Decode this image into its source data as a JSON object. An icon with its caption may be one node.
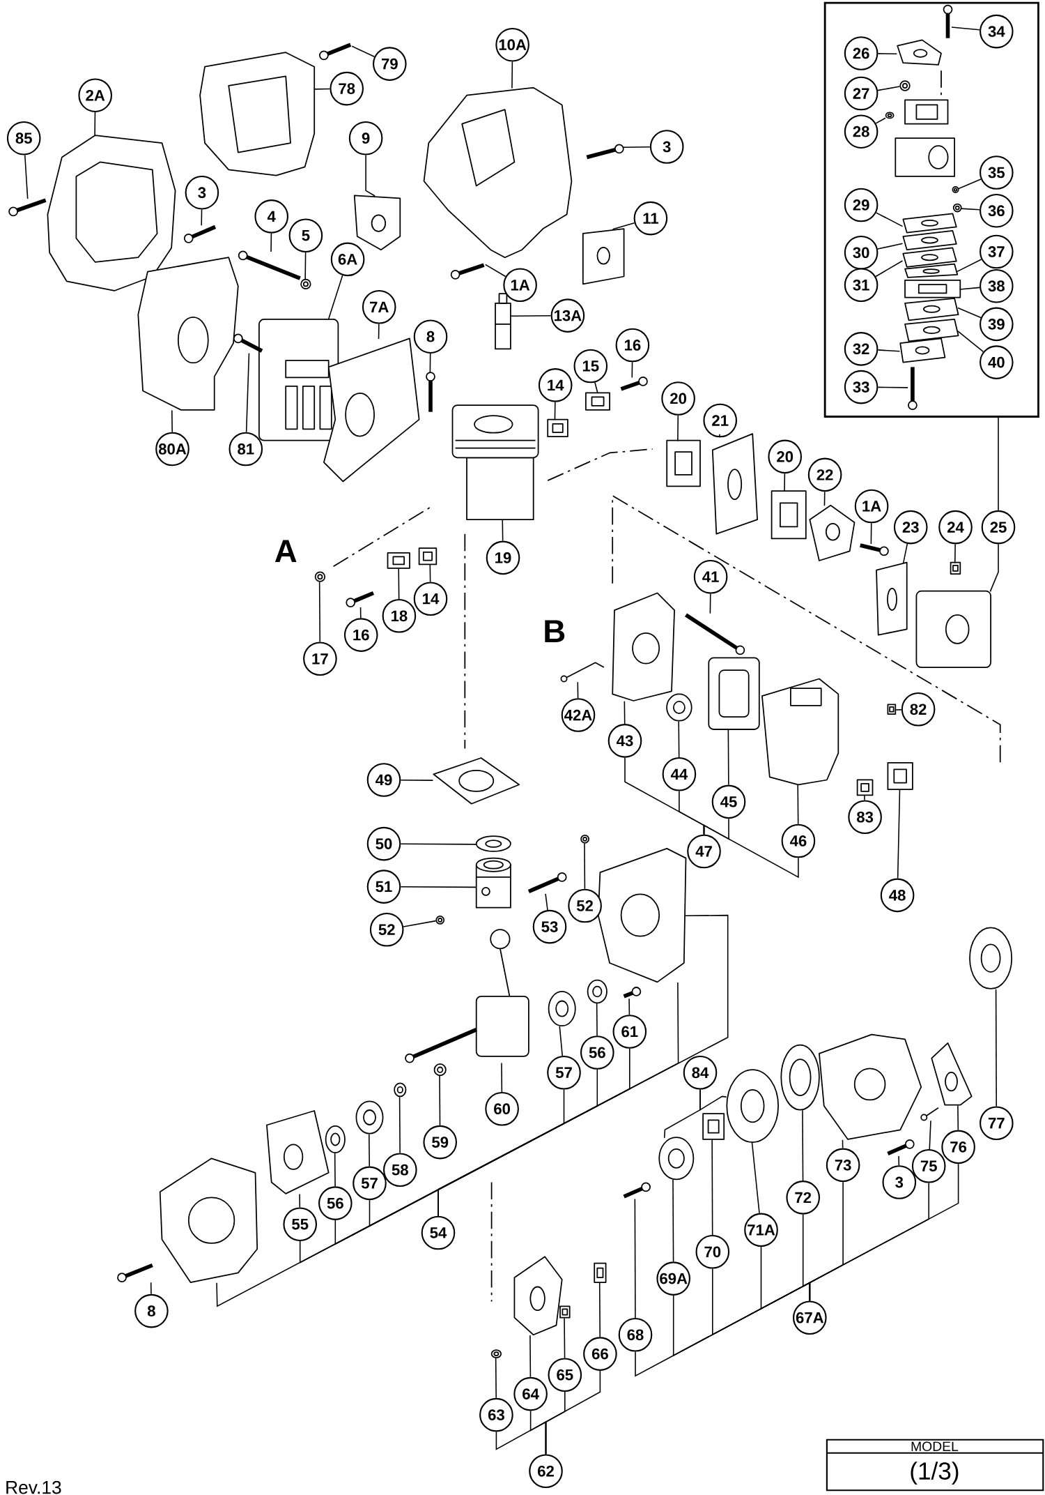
{
  "diagram": {
    "nodes": [
      {
        "text": [],
        "shape": "box"
      },
      {
        "text": [
          "34"
        ],
        "in": 0
      },
      {
        "text": [
          "26"
        ],
        "in": 0
      },
      {
        "text": [
          "27"
        ],
        "in": 0
      },
      {
        "text": [
          "28"
        ],
        "in": 0
      },
      {
        "text": [
          "35"
        ],
        "in": 0
      },
      {
        "text": [
          "36"
        ],
        "in": 0
      },
      {
        "text": [
          "29"
        ],
        "in": 0
      },
      {
        "text": [
          "30"
        ],
        "in": 0
      },
      {
        "text": [
          "31"
        ],
        "in": 0
      },
      {
        "text": [
          "37"
        ],
        "in": 0
      },
      {
        "text": [
          "38"
        ],
        "in": 0
      },
      {
        "text": [
          "39"
        ],
        "in": 0
      },
      {
        "text": [
          "40"
        ],
        "in": 0
      },
      {
        "text": [
          "32"
        ],
        "in": 0
      },
      {
        "text": [
          "33"
        ],
        "in": 0
      },
      {
        "text": [
          "10A"
        ]
      },
      {
        "text": [
          "79"
        ]
      },
      {
        "text": [
          "78"
        ]
      },
      {
        "text": [
          "2A"
        ]
      },
      {
        "text": [
          "85"
        ]
      },
      {
        "text": [
          "3"
        ]
      },
      {
        "text": [
          "9"
        ]
      },
      {
        "text": [
          "3"
        ]
      },
      {
        "text": [
          "11"
        ]
      },
      {
        "text": [
          "4"
        ]
      },
      {
        "text": [
          "5"
        ]
      },
      {
        "text": [
          "6A"
        ]
      },
      {
        "text": [
          "1A"
        ]
      },
      {
        "text": [
          "13A"
        ]
      },
      {
        "text": [
          "7A"
        ]
      },
      {
        "text": [
          "8"
        ]
      },
      {
        "text": [
          "16"
        ]
      },
      {
        "text": [
          "15"
        ]
      },
      {
        "text": [
          "14"
        ]
      },
      {
        "text": [
          "20"
        ]
      },
      {
        "text": [
          "21"
        ]
      },
      {
        "text": [
          "80A"
        ]
      },
      {
        "text": [
          "81"
        ]
      },
      {
        "text": [
          "20"
        ]
      },
      {
        "text": [
          "22"
        ]
      },
      {
        "text": [
          "1A"
        ]
      },
      {
        "text": [
          "23"
        ]
      },
      {
        "text": [
          "24"
        ]
      },
      {
        "text": [
          "25"
        ]
      },
      {
        "text": [
          "19"
        ]
      },
      {
        "text": [
          "14"
        ]
      },
      {
        "text": [
          "18"
        ]
      },
      {
        "text": [
          "16"
        ]
      },
      {
        "text": [
          "17"
        ]
      },
      {
        "text": [
          "41"
        ]
      },
      {
        "text": [
          "42A"
        ]
      },
      {
        "text": [
          "43"
        ]
      },
      {
        "text": [
          "44"
        ]
      },
      {
        "text": [
          "45"
        ]
      },
      {
        "text": [
          "46"
        ]
      },
      {
        "text": [
          "47"
        ]
      },
      {
        "text": [
          "82"
        ]
      },
      {
        "text": [
          "83"
        ]
      },
      {
        "text": [
          "48"
        ]
      },
      {
        "text": [
          "49"
        ]
      },
      {
        "text": [
          "50"
        ]
      },
      {
        "text": [
          "51"
        ]
      },
      {
        "text": [
          "52"
        ]
      },
      {
        "text": [
          "53"
        ]
      },
      {
        "text": [
          "52"
        ]
      },
      {
        "text": [
          "61"
        ]
      },
      {
        "text": [
          "56"
        ]
      },
      {
        "text": [
          "57"
        ]
      },
      {
        "text": [
          "84"
        ]
      },
      {
        "text": [
          "60"
        ]
      },
      {
        "text": [
          "77"
        ]
      },
      {
        "text": [
          "59"
        ]
      },
      {
        "text": [
          "58"
        ]
      },
      {
        "text": [
          "57"
        ]
      },
      {
        "text": [
          "76"
        ]
      },
      {
        "text": [
          "75"
        ]
      },
      {
        "text": [
          "3"
        ]
      },
      {
        "text": [
          "73"
        ]
      },
      {
        "text": [
          "56"
        ]
      },
      {
        "text": [
          "72"
        ]
      },
      {
        "text": [
          "55"
        ]
      },
      {
        "text": [
          "54"
        ]
      },
      {
        "text": [
          "71A"
        ]
      },
      {
        "text": [
          "70"
        ]
      },
      {
        "text": [
          "69A"
        ]
      },
      {
        "text": [
          "8"
        ]
      },
      {
        "text": [
          "67A"
        ]
      },
      {
        "text": [
          "68"
        ]
      },
      {
        "text": [
          "66"
        ]
      },
      {
        "text": [
          "65"
        ]
      },
      {
        "text": [
          "64"
        ]
      },
      {
        "text": [
          "63"
        ]
      },
      {
        "text": [
          "62"
        ]
      },
      {
        "text": [],
        "shape": "picture",
        "in": 0
      },
      {
        "text": [],
        "shape": "picture",
        "in": 0
      },
      {
        "text": [],
        "shape": "picture",
        "in": 0
      },
      {
        "text": [],
        "shape": "picture",
        "in": 0
      },
      {
        "text": [],
        "shape": "picture",
        "in": 0
      },
      {
        "text": [],
        "shape": "picture",
        "in": 0
      },
      {
        "text": [],
        "shape": "picture",
        "in": 0
      },
      {
        "text": [],
        "shape": "picture",
        "in": 0
      },
      {
        "text": [],
        "shape": "picture",
        "in": 0
      },
      {
        "text": [],
        "shape": "picture",
        "in": 0
      },
      {
        "text": [],
        "shape": "picture",
        "in": 0
      },
      {
        "text": [],
        "shape": "picture",
        "in": 0
      },
      {
        "text": [],
        "shape": "picture",
        "in": 0
      },
      {
        "text": [],
        "shape": "picture",
        "in": 0
      },
      {
        "text": [],
        "shape": "picture",
        "in": 0
      },
      {
        "text": [],
        "shape": "picture"
      },
      {
        "text": [],
        "shape": "picture"
      },
      {
        "text": [],
        "shape": "picture"
      },
      {
        "text": [],
        "shape": "picture"
      },
      {
        "text": [],
        "shape": "picture"
      },
      {
        "text": [],
        "shape": "picture"
      },
      {
        "text": [],
        "shape": "picture"
      },
      {
        "text": [],
        "shape": "picture"
      },
      {
        "text": [],
        "shape": "picture"
      },
      {
        "text": [],
        "shape": "picture"
      },
      {
        "text": [],
        "shape": "picture"
      },
      {
        "text": [],
        "shape": "picture"
      },
      {
        "text": [],
        "shape": "picture"
      },
      {
        "text": [],
        "shape": "picture"
      },
      {
        "text": [],
        "shape": "picture"
      },
      {
        "text": [],
        "shape": "picture"
      },
      {
        "text": [],
        "shape": "picture"
      },
      {
        "text": [],
        "shape": "picture"
      },
      {
        "text": [],
        "shape": "picture"
      },
      {
        "text": [],
        "shape": "picture"
      },
      {
        "text": [],
        "shape": "picture"
      },
      {
        "text": [],
        "shape": "picture"
      },
      {
        "text": [],
        "shape": "picture"
      },
      {
        "text": [],
        "shape": "picture"
      },
      {
        "text": [],
        "shape": "picture"
      },
      {
        "text": [],
        "shape": "picture"
      },
      {
        "text": [],
        "shape": "picture"
      },
      {
        "text": [],
        "shape": "picture"
      },
      {
        "text": [],
        "shape": "picture"
      },
      {
        "text": [],
        "shape": "picture"
      },
      {
        "text": [],
        "shape": "picture"
      },
      {
        "text": [],
        "shape": "picture"
      },
      {
        "text": [],
        "shape": "picture"
      },
      {
        "text": [],
        "shape": "picture"
      },
      {
        "text": [],
        "shape": "picture"
      },
      {
        "text": [],
        "shape": "picture"
      },
      {
        "text": [],
        "shape": "picture"
      },
      {
        "text": [],
        "shape": "picture"
      },
      {
        "text": [],
        "shape": "picture"
      },
      {
        "text": [],
        "shape": "picture"
      },
      {
        "text": [],
        "shape": "picture"
      },
      {
        "text": [],
        "shape": "picture"
      },
      {
        "text": [],
        "shape": "picture"
      },
      {
        "text": [],
        "shape": "picture"
      },
      {
        "text": [],
        "shape": "picture"
      },
      {
        "text": [],
        "shape": "picture"
      },
      {
        "text": [],
        "shape": "picture"
      },
      {
        "text": [],
        "shape": "picture"
      },
      {
        "text": [],
        "shape": "picture"
      },
      {
        "text": [],
        "shape": "picture"
      },
      {
        "text": [],
        "shape": "picture"
      },
      {
        "text": [],
        "shape": "picture"
      },
      {
        "text": [],
        "shape": "picture"
      },
      {
        "text": [],
        "shape": "picture"
      },
      {
        "text": [],
        "shape": "picture"
      },
      {
        "text": [],
        "shape": "picture"
      },
      {
        "text": [],
        "shape": "picture"
      },
      {
        "text": [],
        "shape": "picture"
      },
      {
        "text": [],
        "shape": "picture"
      },
      {
        "text": [],
        "shape": "picture"
      },
      {
        "text": [],
        "shape": "picture"
      },
      {
        "text": [],
        "shape": "picture"
      },
      {
        "text": [],
        "shape": "picture"
      },
      {
        "text": [],
        "shape": "picture"
      },
      {
        "text": [],
        "shape": "picture"
      },
      {
        "text": [],
        "shape": "picture"
      },
      {
        "text": [],
        "shape": "picture"
      },
      {
        "text": [],
        "shape": "picture"
      },
      {
        "text": [],
        "shape": "picture"
      },
      {
        "text": [],
        "shape": "picture"
      },
      {
        "text": [],
        "shape": "picture"
      },
      {
        "text": [],
        "shape": "picture"
      },
      {
        "text": [],
        "shape": "picture"
      },
      {
        "text": [],
        "shape": "picture"
      },
      {
        "text": [],
        "shape": "picture"
      }
    ],
    "edges": [
      {
        "from": 1,
        "to": 94,
        "arrow": "none"
      },
      {
        "from": 2,
        "to": 95,
        "arrow": "none"
      },
      {
        "from": 3,
        "to": 96,
        "arrow": "none"
      },
      {
        "from": 4,
        "to": 97,
        "arrow": "none"
      },
      {
        "from": 5,
        "to": 98,
        "arrow": "none"
      },
      {
        "from": 6,
        "to": 99,
        "arrow": "none"
      },
      {
        "from": 7,
        "to": 100,
        "arrow": "none"
      },
      {
        "from": 8,
        "to": 101,
        "arrow": "none"
      },
      {
        "from": 9,
        "to": 102,
        "arrow": "none"
      },
      {
        "from": 10,
        "to": 103,
        "arrow": "none"
      },
      {
        "from": 11,
        "to": 104,
        "arrow": "none"
      },
      {
        "from": 12,
        "to": 105,
        "arrow": "none"
      },
      {
        "from": 13,
        "to": 106,
        "arrow": "none"
      },
      {
        "from": 14,
        "to": 107,
        "arrow": "none"
      },
      {
        "from": 15,
        "to": 108,
        "arrow": "none"
      },
      {
        "from": 16,
        "to": 109,
        "arrow": "none"
      },
      {
        "from": 17,
        "to": 110,
        "arrow": "none"
      },
      {
        "from": 18,
        "to": 111,
        "arrow": "none"
      },
      {
        "from": 19,
        "to": 112,
        "arrow": "none"
      },
      {
        "from": 20,
        "to": 113,
        "arrow": "none"
      },
      {
        "from": 21,
        "to": 114,
        "arrow": "none"
      },
      {
        "from": 22,
        "to": 115,
        "arrow": "none"
      },
      {
        "from": 23,
        "to": 116,
        "arrow": "none"
      },
      {
        "from": 24,
        "to": 117,
        "arrow": "none"
      },
      {
        "from": 25,
        "to": 118,
        "arrow": "none"
      },
      {
        "from": 26,
        "to": 119,
        "arrow": "none"
      },
      {
        "from": 27,
        "to": 120,
        "arrow": "none"
      },
      {
        "from": 28,
        "to": 121,
        "arrow": "none"
      },
      {
        "from": 29,
        "to": 122,
        "arrow": "none"
      },
      {
        "from": 30,
        "to": 123,
        "arrow": "none"
      },
      {
        "from": 31,
        "to": 124,
        "arrow": "none"
      },
      {
        "from": 32,
        "to": 125,
        "arrow": "none"
      },
      {
        "from": 33,
        "to": 126,
        "arrow": "none"
      },
      {
        "from": 34,
        "to": 127,
        "arrow": "none"
      },
      {
        "from": 35,
        "to": 128,
        "arrow": "none"
      },
      {
        "from": 36,
        "to": 129,
        "arrow": "none"
      },
      {
        "from": 37,
        "to": 130,
        "arrow": "none"
      },
      {
        "from": 38,
        "to": 131,
        "arrow": "none"
      },
      {
        "from": 39,
        "to": 132,
        "arrow": "none"
      },
      {
        "from": 40,
        "to": 133,
        "arrow": "none"
      },
      {
        "from": 41,
        "to": 134,
        "arrow": "none"
      },
      {
        "from": 42,
        "to": 135,
        "arrow": "none"
      },
      {
        "from": 43,
        "to": 136,
        "arrow": "none"
      },
      {
        "from": 44,
        "to": 137,
        "arrow": "none"
      },
      {
        "from": 45,
        "to": 138,
        "arrow": "none"
      },
      {
        "from": 46,
        "to": 139,
        "arrow": "none"
      },
      {
        "from": 47,
        "to": 140,
        "arrow": "none"
      },
      {
        "from": 48,
        "to": 141,
        "arrow": "none"
      },
      {
        "from": 49,
        "to": 142,
        "arrow": "none"
      },
      {
        "from": 50,
        "to": 143,
        "arrow": "none"
      },
      {
        "from": 51,
        "to": 144,
        "arrow": "none"
      },
      {
        "from": 52,
        "to": 145,
        "arrow": "none"
      },
      {
        "from": 53,
        "to": 146,
        "arrow": "none"
      },
      {
        "from": 54,
        "to": 147,
        "arrow": "none"
      },
      {
        "from": 55,
        "to": 148,
        "arrow": "none"
      },
      {
        "from": 57,
        "to": 149,
        "arrow": "none"
      },
      {
        "from": 58,
        "to": 150,
        "arrow": "none"
      },
      {
        "from": 59,
        "to": 151,
        "arrow": "none"
      },
      {
        "from": 60,
        "to": 152,
        "arrow": "none"
      },
      {
        "from": 61,
        "to": 153,
        "arrow": "none"
      },
      {
        "from": 62,
        "to": 154,
        "arrow": "none"
      },
      {
        "from": 63,
        "to": 155,
        "arrow": "none"
      },
      {
        "from": 64,
        "to": 156,
        "arrow": "none"
      },
      {
        "from": 65,
        "to": 157,
        "arrow": "none"
      },
      {
        "from": 66,
        "to": 158,
        "arrow": "none"
      },
      {
        "from": 67,
        "to": 159,
        "arrow": "none"
      },
      {
        "from": 68,
        "to": 160,
        "arrow": "none"
      },
      {
        "from": 70,
        "to": 161,
        "arrow": "none"
      },
      {
        "from": 71,
        "to": 162,
        "arrow": "none"
      },
      {
        "from": 72,
        "to": 163,
        "arrow": "none"
      },
      {
        "from": 73,
        "to": 164,
        "arrow": "none"
      },
      {
        "from": 74,
        "to": 165,
        "arrow": "none"
      },
      {
        "from": 75,
        "to": 166,
        "arrow": "none"
      },
      {
        "from": 76,
        "to": 167,
        "arrow": "none"
      },
      {
        "from": 77,
        "to": 168,
        "arrow": "none"
      },
      {
        "from": 78,
        "to": 169,
        "arrow": "none"
      },
      {
        "from": 79,
        "to": 170,
        "arrow": "none"
      },
      {
        "from": 80,
        "to": 171,
        "arrow": "none"
      },
      {
        "from": 81,
        "to": 172,
        "arrow": "none"
      },
      {
        "from": 83,
        "to": 173,
        "arrow": "none"
      },
      {
        "from": 84,
        "to": 174,
        "arrow": "none"
      },
      {
        "from": 85,
        "to": 175,
        "arrow": "none"
      },
      {
        "from": 86,
        "to": 176,
        "arrow": "none"
      },
      {
        "from": 88,
        "to": 177,
        "arrow": "none"
      },
      {
        "from": 89,
        "to": 178,
        "arrow": "none"
      },
      {
        "from": 90,
        "to": 179,
        "arrow": "none"
      },
      {
        "from": 91,
        "to": 180,
        "arrow": "none"
      },
      {
        "from": 92,
        "to": 181,
        "arrow": "none"
      },
      {
        "from": 0,
        "to": 44,
        "arrow": "none"
      },
      {
        "from": 56,
        "to": 52,
        "arrow": "none"
      },
      {
        "from": 56,
        "to": 53,
        "arrow": "none"
      },
      {
        "from": 56,
        "to": 54,
        "arrow": "none"
      },
      {
        "from": 56,
        "to": 55,
        "arrow": "none"
      },
      {
        "from": 82,
        "to": 81,
        "arrow": "none"
      },
      {
        "from": 82,
        "to": 79,
        "arrow": "none"
      },
      {
        "from": 82,
        "to": 74,
        "arrow": "none"
      },
      {
        "from": 82,
        "to": 68,
        "arrow": "none"
      },
      {
        "from": 82,
        "to": 67,
        "arrow": "none"
      },
      {
        "from": 82,
        "to": 66,
        "arrow": "none"
      },
      {
        "from": 82,
        "to": 182,
        "arrow": "none"
      },
      {
        "from": 82,
        "to": 183,
        "arrow": "none"
      },
      {
        "from": 82,
        "to": 183,
        "arrow": "none"
      },
      {
        "from": 93,
        "to": 92,
        "arrow": "none"
      },
      {
        "from": 93,
        "to": 91,
        "arrow": "none"
      },
      {
        "from": 93,
        "to": 90,
        "arrow": "none"
      },
      {
        "from": 93,
        "to": 89,
        "arrow": "none"
      },
      {
        "from": 87,
        "to": 88,
        "arrow": "none"
      },
      {
        "from": 87,
        "to": 85,
        "arrow": "none"
      },
      {
        "from": 87,
        "to": 84,
        "arrow": "none"
      },
      {
        "from": 87,
        "to": 83,
        "arrow": "none"
      },
      {
        "from": 87,
        "to": 80,
        "arrow": "none"
      },
      {
        "from": 87,
        "to": 78,
        "arrow": "none"
      },
      {
        "from": 87,
        "to": 76,
        "arrow": "none"
      },
      {
        "from": 87,
        "to": 75,
        "arrow": "none"
      },
      {
        "from": 69,
        "to": 175,
        "arrow": "none"
      },
      {
        "from": 69,
        "to": 173,
        "arrow": "none"
      }
    ],
    "labels": [
      "A",
      "B",
      "MODEL",
      "(1/3)",
      "Rev.13"
    ]
  }
}
